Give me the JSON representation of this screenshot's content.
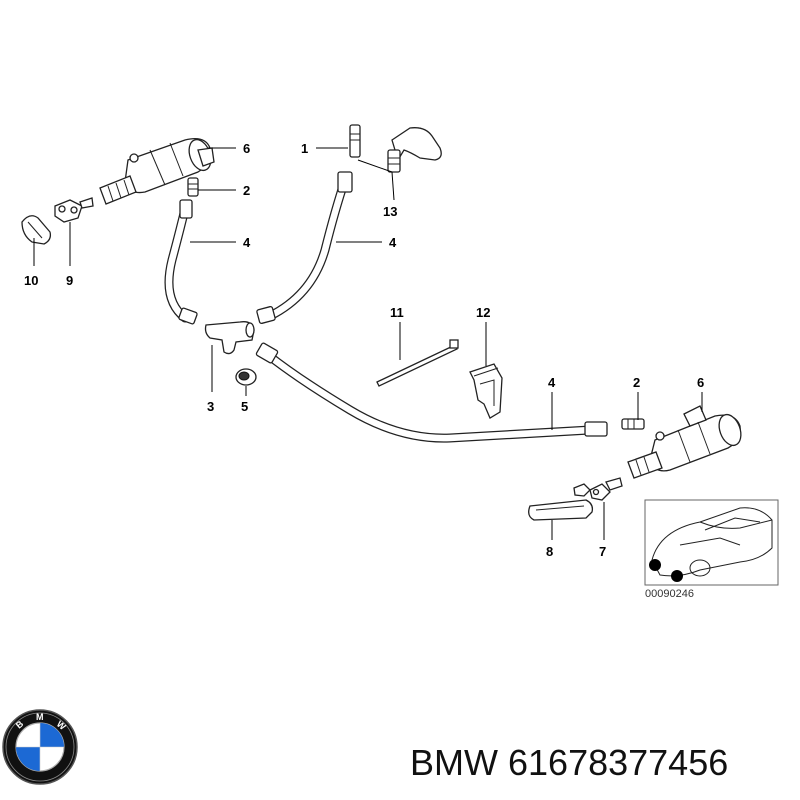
{
  "callouts": [
    {
      "id": "c1",
      "text": "1"
    },
    {
      "id": "c2a",
      "text": "2"
    },
    {
      "id": "c2b",
      "text": "2"
    },
    {
      "id": "c3",
      "text": "3"
    },
    {
      "id": "c4a",
      "text": "4"
    },
    {
      "id": "c4b",
      "text": "4"
    },
    {
      "id": "c4c",
      "text": "4"
    },
    {
      "id": "c5",
      "text": "5"
    },
    {
      "id": "c6a",
      "text": "6"
    },
    {
      "id": "c6b",
      "text": "6"
    },
    {
      "id": "c7",
      "text": "7"
    },
    {
      "id": "c8",
      "text": "8"
    },
    {
      "id": "c9",
      "text": "9"
    },
    {
      "id": "c10",
      "text": "10"
    },
    {
      "id": "c11",
      "text": "11"
    },
    {
      "id": "c12",
      "text": "12"
    },
    {
      "id": "c13",
      "text": "13"
    }
  ],
  "reference_code": "00090246",
  "brand": {
    "name": "BMW",
    "part_number": "61678377456",
    "logo_letters": "BMW"
  },
  "colors": {
    "line": "#222222",
    "logo_blue": "#1c69d4",
    "logo_ring": "#111111"
  }
}
